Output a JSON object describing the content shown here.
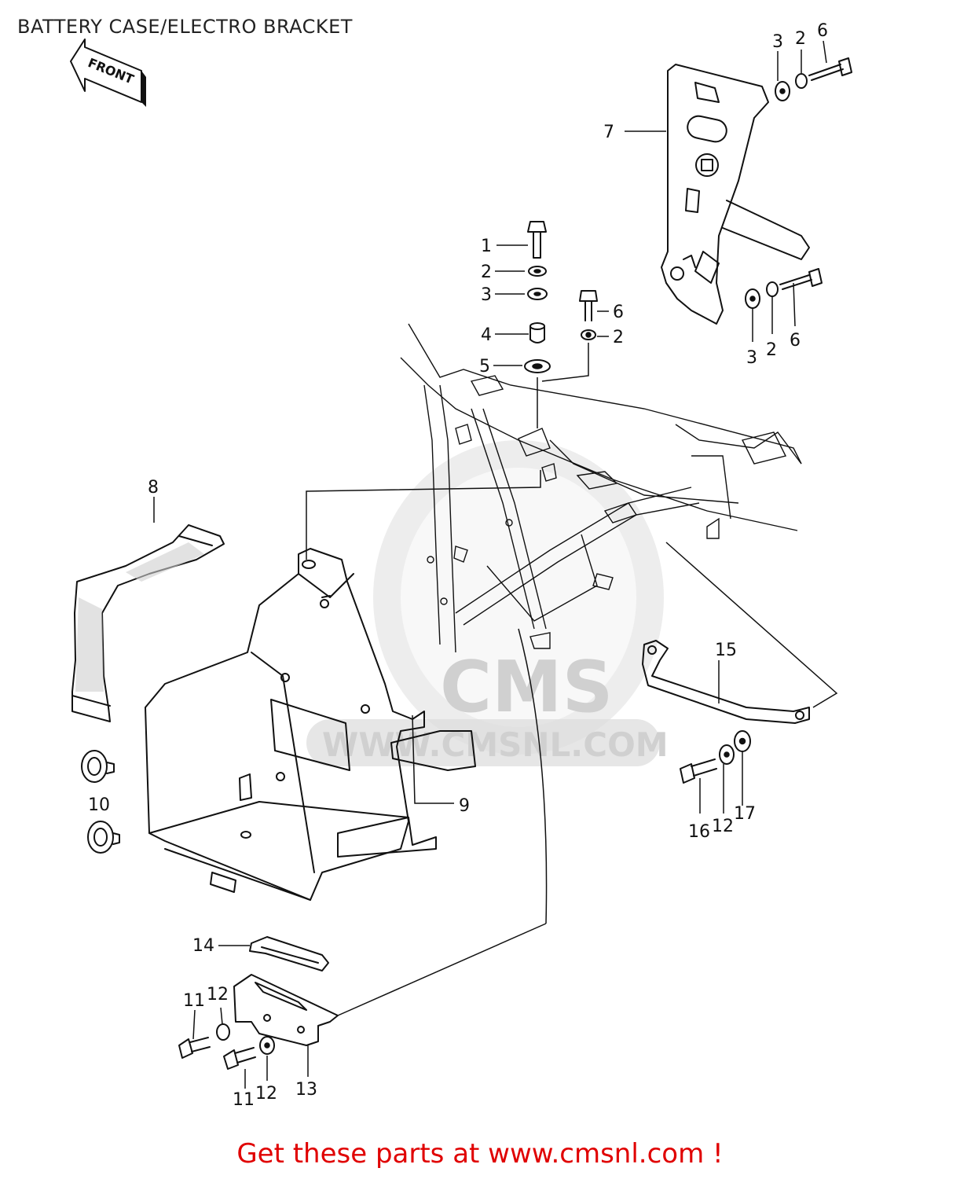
{
  "title": "BATTERY CASE/ELECTRO BRACKET",
  "front_arrow_label": "FRONT",
  "watermark": {
    "brand": "CMS",
    "url": "WWW.CMSNL.COM"
  },
  "footer_link_text": "Get these parts at www.cmsnl.com !",
  "colors": {
    "link": "#e00000",
    "line": "#111111",
    "watermark": "#d0d0d0"
  },
  "callouts": {
    "c1": "1",
    "c2a": "2",
    "c3a": "3",
    "c4": "4",
    "c5": "5",
    "c6a": "6",
    "c2b": "2",
    "c3t": "3",
    "c2t": "2",
    "c6t": "6",
    "c7": "7",
    "c3r": "3",
    "c2r": "2",
    "c6r": "6",
    "c8": "8",
    "c9": "9",
    "c10": "10",
    "c15": "15",
    "c16": "16",
    "c12r": "12",
    "c17": "17",
    "c14": "14",
    "c11a": "11",
    "c12a": "12",
    "c13": "13",
    "c11b": "11",
    "c12b": "12"
  }
}
